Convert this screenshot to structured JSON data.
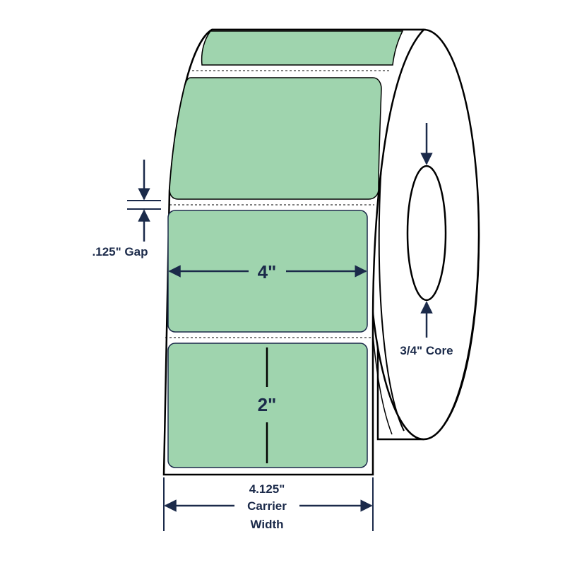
{
  "labels": {
    "label_width": "4\"",
    "label_height": "2\"",
    "gap": ".125\" Gap",
    "core": "3/4\" Core",
    "carrier_line1": "4.125\"",
    "carrier_line2": "Carrier",
    "carrier_line3": "Width"
  },
  "colors": {
    "label_fill": "#9fd4ae",
    "outline": "#000000",
    "dimension": "#1b2a4a",
    "background": "#ffffff"
  }
}
